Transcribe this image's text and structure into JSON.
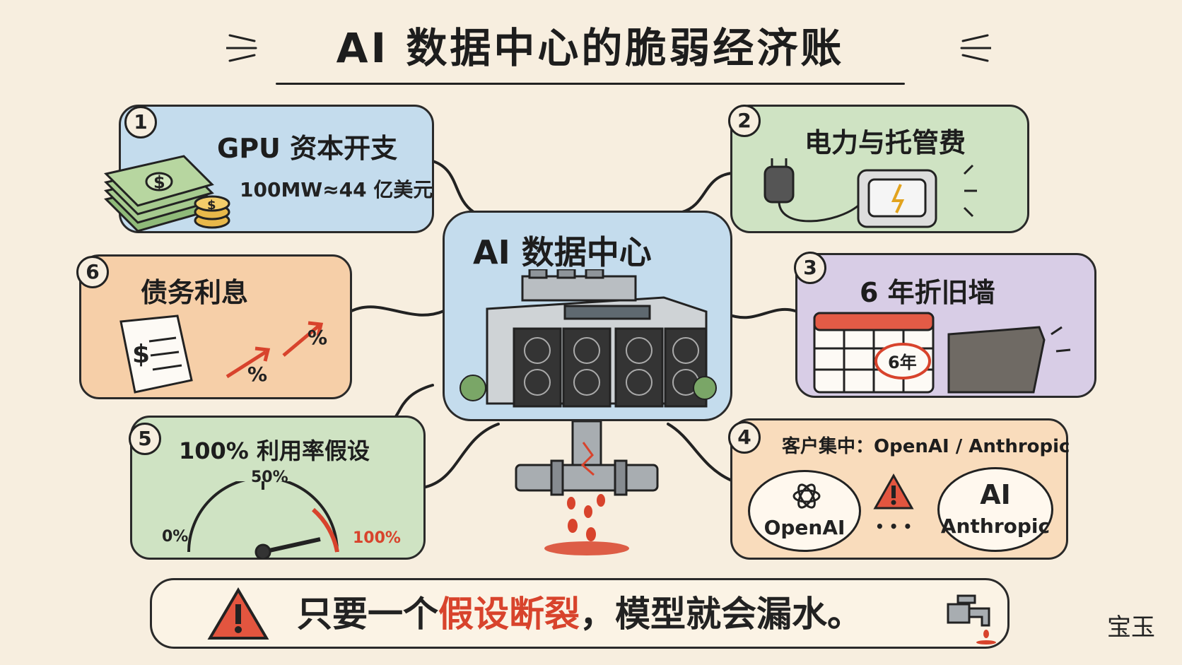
{
  "title": "AI 数据中心的脆弱经济账",
  "center": {
    "label": "AI 数据中心"
  },
  "cards": {
    "gpu": {
      "num": "1",
      "title": "GPU 资本开支",
      "note": "100MW≈44 亿美元"
    },
    "power": {
      "num": "2",
      "title": "电力与托管费"
    },
    "depreciation": {
      "num": "3",
      "title": "6 年折旧墙",
      "calendar_mark": "6年"
    },
    "customers": {
      "num": "4",
      "title": "客户集中：OpenAI / Anthropic",
      "left_logo": "OpenAI",
      "right_mark": "AI",
      "right_logo": "Anthropic",
      "dots": "• • •"
    },
    "utilization": {
      "num": "5",
      "title": "100% 利用率假设",
      "gauge_min": "0%",
      "gauge_mid": "50%",
      "gauge_max": "100%"
    },
    "debt": {
      "num": "6",
      "title": "债务利息",
      "pct": "%"
    }
  },
  "bottom": {
    "prefix": "只要一个",
    "highlight": "假设断裂",
    "suffix": "，模型就会漏水。"
  },
  "signature": "宝玉",
  "colors": {
    "blue": "#c4dced",
    "green": "#cfe3c3",
    "purple": "#d8cde6",
    "orange": "#f6cfa8",
    "peach": "#f9dcbc",
    "warning_red": "#d8432c",
    "ink": "#222222"
  },
  "icons": [
    "money-stack-icon",
    "coin-icon",
    "plug-icon",
    "power-meter-icon",
    "calendar-icon",
    "cliff-icon",
    "openai-logo-icon",
    "warning-icon",
    "anthropic-logo-icon",
    "gauge-icon",
    "invoice-icon",
    "arrow-up-icon",
    "server-building-icon",
    "broken-pipe-icon",
    "faucet-icon"
  ]
}
